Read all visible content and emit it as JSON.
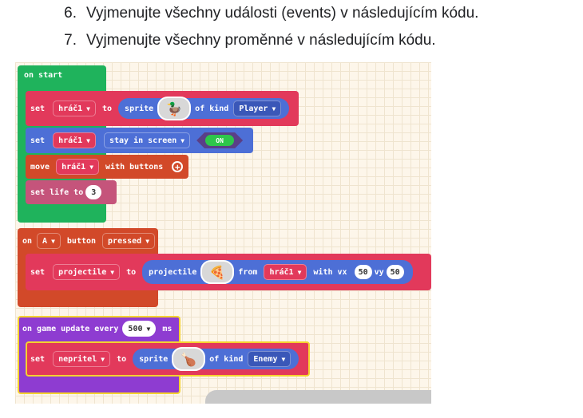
{
  "questions": [
    {
      "num": "6.",
      "text": "Vyjmenujte všechny události (events) v následujícím kódu."
    },
    {
      "num": "7.",
      "text": "Vyjmenujte všechny proměnné v následujícím kódu."
    }
  ],
  "colors": {
    "loops_green": "#1fb35c",
    "sprites_red": "#e2395b",
    "sprites_blue": "#4d6fd6",
    "controller_orange": "#d24929",
    "info_pink": "#c5547b",
    "game_purple": "#8e3cd1",
    "highlight": "#f5d22e"
  },
  "on_start": {
    "header": "on start",
    "set1": {
      "set": "set",
      "var": "hráč1",
      "to": "to",
      "sprite": "sprite",
      "image_icon": "duck-sprite-icon",
      "of_kind": "of kind",
      "kind": "Player"
    },
    "set2": {
      "set": "set",
      "var": "hráč1",
      "prop": "stay in screen",
      "toggle": "ON"
    },
    "move": {
      "move": "move",
      "var": "hráč1",
      "with_buttons": "with buttons"
    },
    "life": {
      "label": "set life to",
      "value": "3"
    }
  },
  "on_button": {
    "on": "on",
    "button": "A",
    "button_word": "button",
    "event": "pressed",
    "set": {
      "set": "set",
      "var": "projectile",
      "to": "to",
      "proj": "projectile",
      "image_icon": "pizza-sprite-icon",
      "from": "from",
      "src": "hráč1",
      "vx_label": "with vx",
      "vx": "50",
      "vy_label": "vy",
      "vy": "50"
    }
  },
  "on_update": {
    "label": "on game update every",
    "interval": "500",
    "unit": "ms",
    "set": {
      "set": "set",
      "var": "nepritel",
      "to": "to",
      "sprite": "sprite",
      "image_icon": "drumstick-sprite-icon",
      "of_kind": "of kind",
      "kind": "Enemy"
    }
  }
}
